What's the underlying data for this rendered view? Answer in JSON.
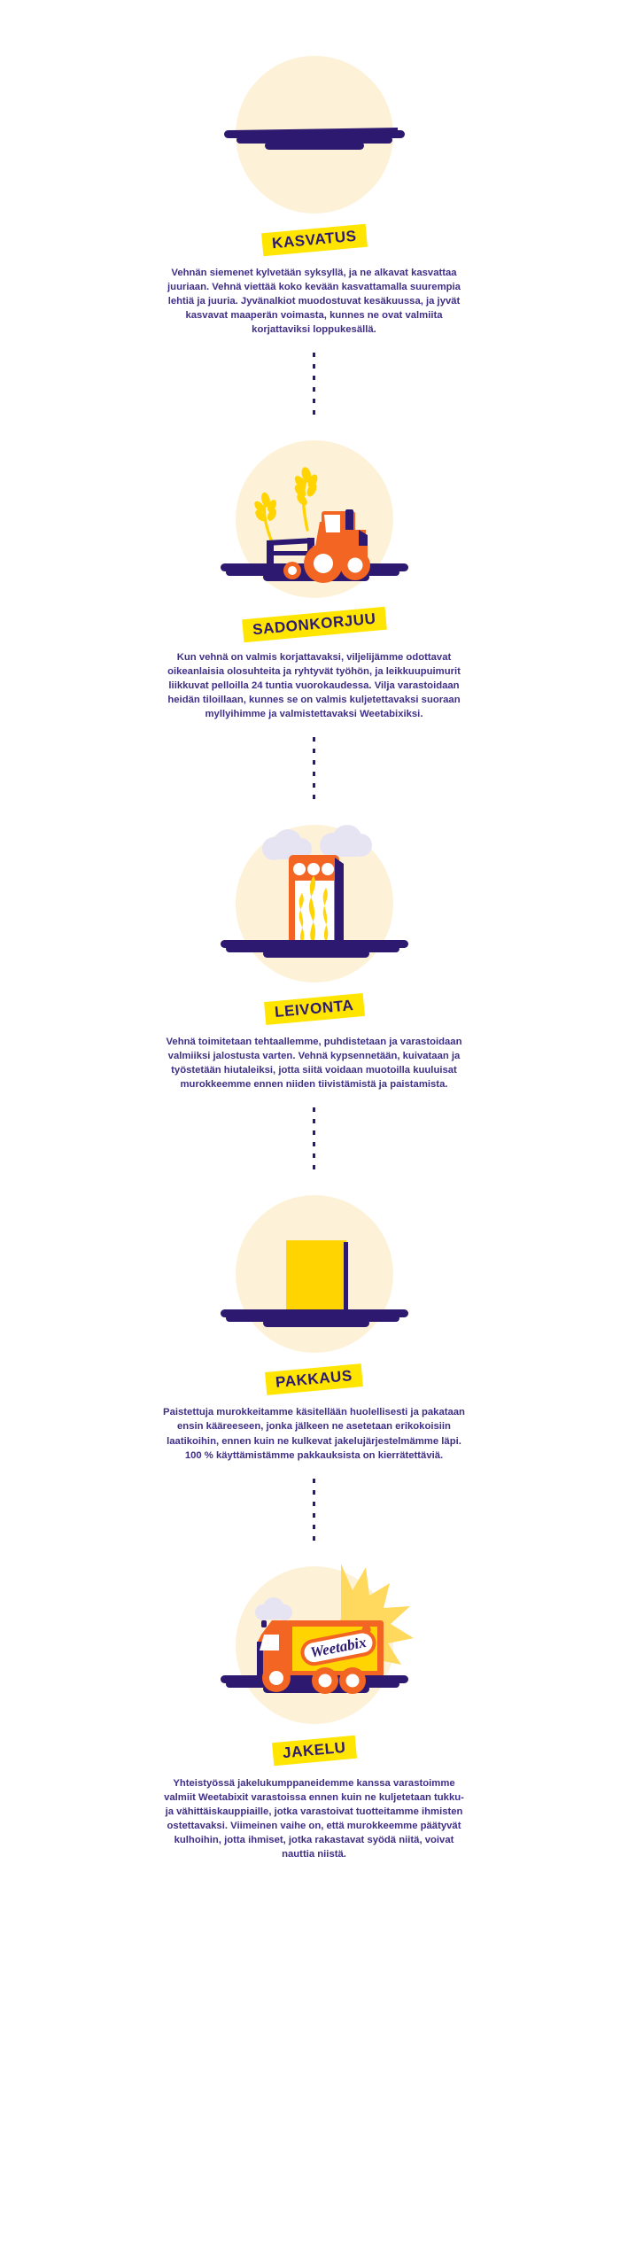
{
  "theme": {
    "purple": "#2d1a70",
    "text_purple": "#402f87",
    "badge_yellow": "#ffe500",
    "orange": "#f26522",
    "wheat_yellow": "#ffd400",
    "circle_cream": "#fdf2d7",
    "cloud_lavender": "#e6e4f3",
    "background": "#ffffff"
  },
  "stages": [
    {
      "id": "kasvatus",
      "badge": "KASVATUS",
      "icon": "seedling-field-icon",
      "body": "Vehnän siemenet kylvetään syksyllä, ja ne alkavat kasvattaa juuriaan. Vehnä viettää koko kevään kasvattamalla suurempia lehtiä ja juuria. Jyvänalkiot muodostuvat kesäkuussa, ja jyvät kasvavat maaperän voimasta, kunnes ne ovat valmiita korjattaviksi loppukesällä."
    },
    {
      "id": "sadonkorjuu",
      "badge": "SADONKORJUU",
      "icon": "tractor-icon",
      "body": "Kun vehnä on valmis korjattavaksi, viljelijämme odottavat oikeanlaisia olosuhteita ja ryhtyvät työhön, ja leikkuupuimurit liikkuvat pelloilla 24 tuntia vuorokaudessa. Vilja varastoidaan heidän tiloillaan, kunnes se on valmis kuljetettavaksi suoraan myllyihimme ja valmistettavaksi Weetabixiksi."
    },
    {
      "id": "leivonta",
      "badge": "LEIVONTA",
      "icon": "oven-icon",
      "body": "Vehnä toimitetaan tehtaallemme, puhdistetaan ja varastoidaan valmiiksi jalostusta varten. Vehnä kypsennetään, kuivataan ja työstetään hiutaleiksi, jotta siitä voidaan muotoilla kuuluisat murokkeemme ennen niiden tiivistämistä ja paistamista."
    },
    {
      "id": "pakkaus",
      "badge": "PAKKAUS",
      "icon": "package-box-icon",
      "body": "Paistettuja murokkeitamme käsitellään huolellisesti ja pakataan ensin kääreeseen, jonka jälkeen ne asetetaan erikokoisiin laatikoihin, ennen kuin ne kulkevat jakelujärjestelmämme läpi. 100 % käyttämistämme pakkauksista on kierrätettäviä."
    },
    {
      "id": "jakelu",
      "badge": "JAKELU",
      "icon": "delivery-truck-icon",
      "brand_on_truck": "Weetabix",
      "body": "Yhteistyössä jakelukumppaneidemme kanssa varastoimme valmiit Weetabixit varastoissa ennen kuin ne kuljetetaan tukku- ja vähittäiskauppiaille, jotka varastoivat tuotteitamme ihmisten ostettavaksi. Viimeinen vaihe on, että murokkeemme päätyvät kulhoihin, jotta ihmiset, jotka rakastavat syödä niitä, voivat nauttia niistä."
    }
  ]
}
